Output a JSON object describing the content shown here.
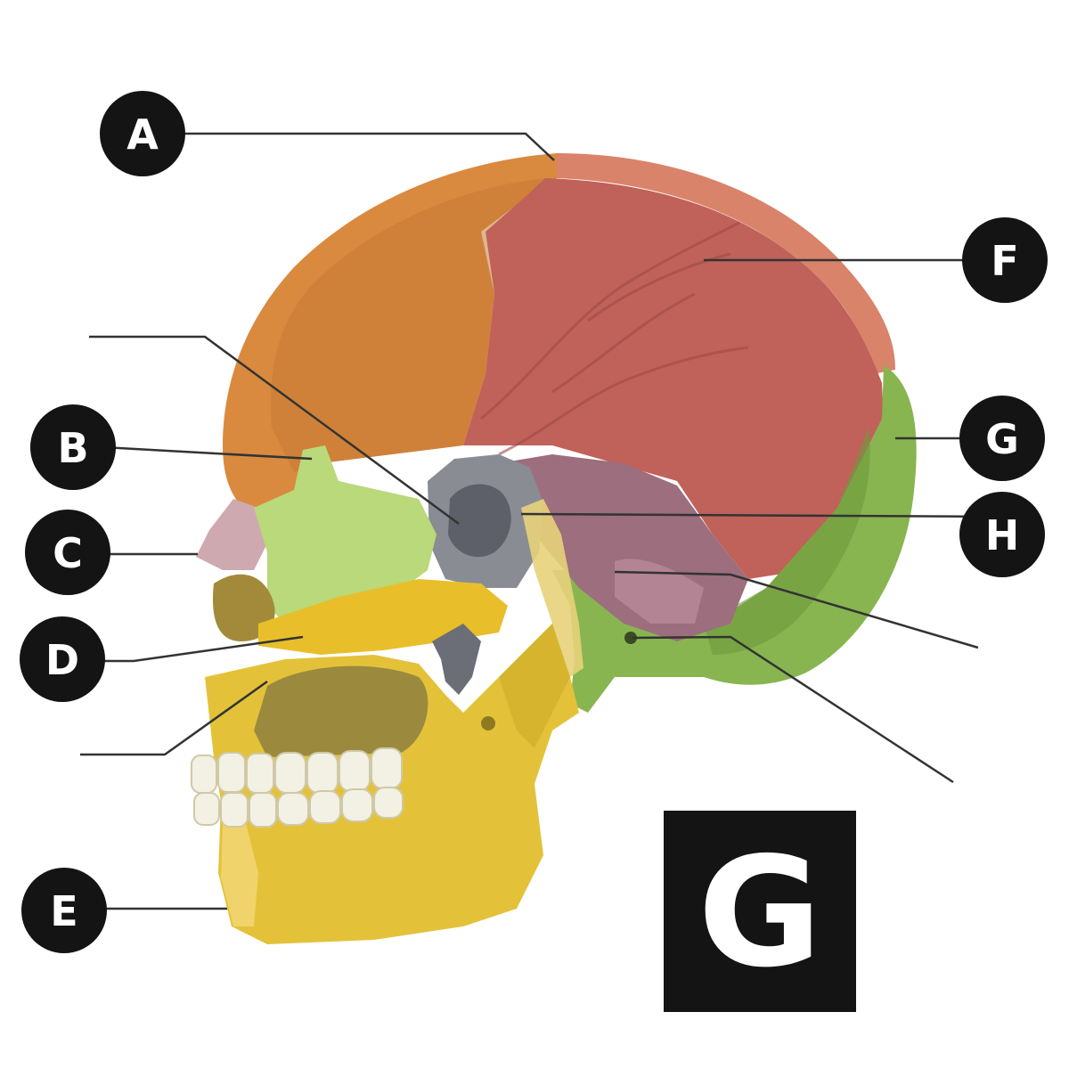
{
  "labels": {
    "a": "A",
    "b": "B",
    "c": "C",
    "d": "D",
    "e": "E",
    "f": "F",
    "g": "G",
    "h": "H"
  },
  "panel_letter": "G",
  "colors": {
    "frontal": "#d98a3f",
    "parietal": "#c0625a",
    "parietal_rim": "#d9836a",
    "occipital": "#88b550",
    "sphenoid": "#8a8c94",
    "temporal": "#9c6e7e",
    "nasal": "#cfa9b0",
    "ethmoid": "#b9d97a",
    "maxilla": "#e8bf2a",
    "mandible": "#e3c23a",
    "teeth": "#f3f1e4",
    "marker": "#141414",
    "leader": "#333333"
  }
}
